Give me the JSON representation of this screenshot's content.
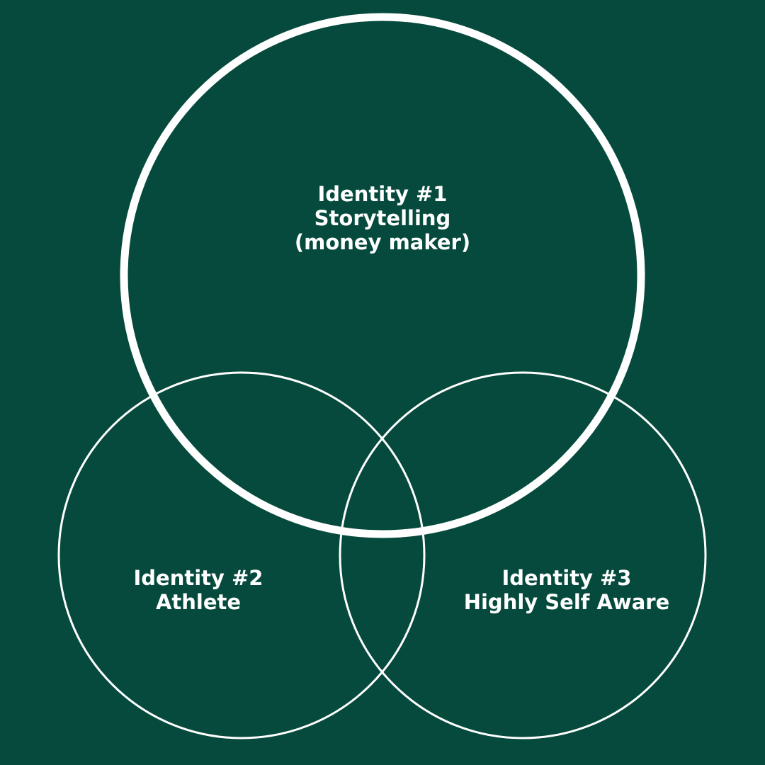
{
  "background_color": "#054a3c",
  "stroke_color": "#ffffff",
  "text_color": "#ffffff",
  "identities": [
    {
      "title": "Identity #1",
      "subtitle": "Storytelling",
      "note": "(money maker)"
    },
    {
      "title": "Identity #2",
      "subtitle": "Athlete"
    },
    {
      "title": "Identity #3",
      "subtitle": "Highly Self Aware"
    }
  ]
}
